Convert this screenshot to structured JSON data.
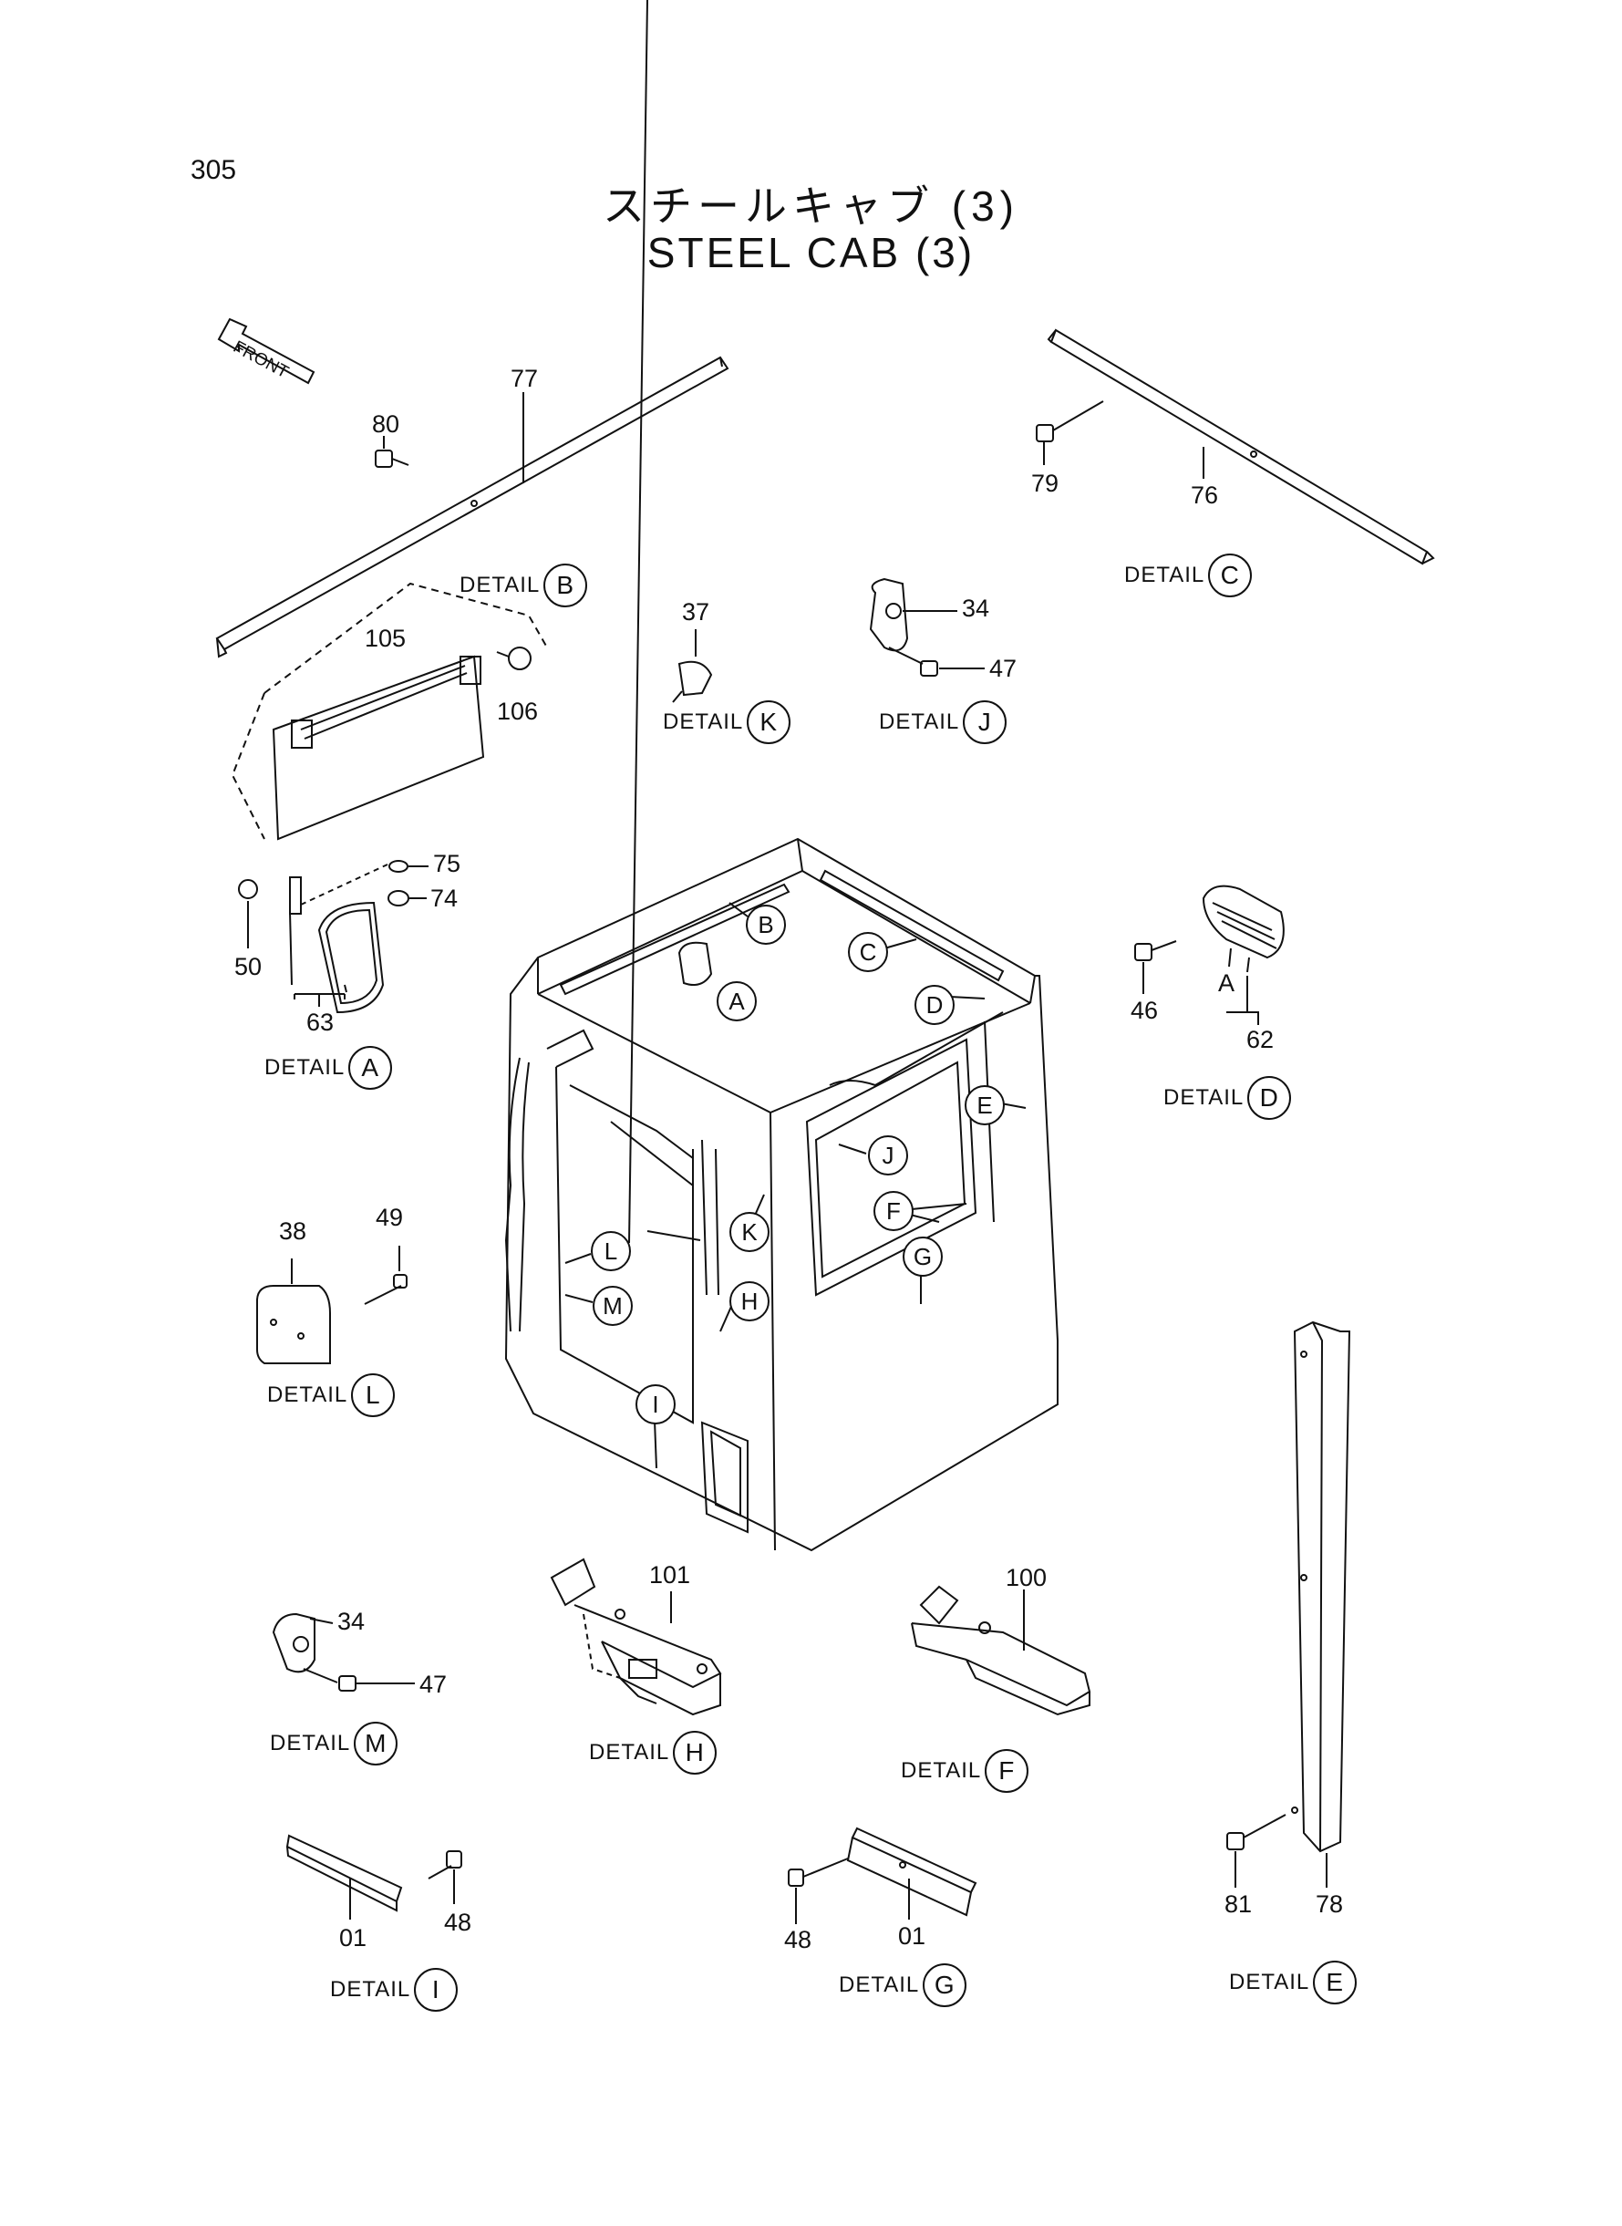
{
  "page_number": "305",
  "title_jp": "スチールキャブ (3)",
  "title_en": "STEEL CAB (3)",
  "front_label": "FRONT",
  "detail_word": "DETAIL",
  "details": [
    {
      "id": "B",
      "letter": "B"
    },
    {
      "id": "C",
      "letter": "C"
    },
    {
      "id": "K",
      "letter": "K"
    },
    {
      "id": "J",
      "letter": "J"
    },
    {
      "id": "A",
      "letter": "A"
    },
    {
      "id": "D",
      "letter": "D"
    },
    {
      "id": "L",
      "letter": "L"
    },
    {
      "id": "M",
      "letter": "M"
    },
    {
      "id": "H",
      "letter": "H"
    },
    {
      "id": "F",
      "letter": "F"
    },
    {
      "id": "I",
      "letter": "I"
    },
    {
      "id": "G",
      "letter": "G"
    },
    {
      "id": "E",
      "letter": "E"
    }
  ],
  "part_numbers": {
    "p80": "80",
    "p77": "77",
    "p79": "79",
    "p76": "76",
    "p105": "105",
    "p106": "106",
    "p37": "37",
    "p34a": "34",
    "p47a": "47",
    "p75": "75",
    "p74": "74",
    "p50": "50",
    "p63": "63",
    "p46": "46",
    "pA": "A",
    "p62": "62",
    "p38": "38",
    "p49": "49",
    "p34b": "34",
    "p47b": "47",
    "p101": "101",
    "p100": "100",
    "p48a": "48",
    "p01a": "01",
    "p48b": "48",
    "p01b": "01",
    "p81": "81",
    "p78": "78"
  },
  "cab_callouts": [
    "A",
    "B",
    "C",
    "D",
    "E",
    "F",
    "G",
    "H",
    "I",
    "J",
    "K",
    "L",
    "M"
  ]
}
